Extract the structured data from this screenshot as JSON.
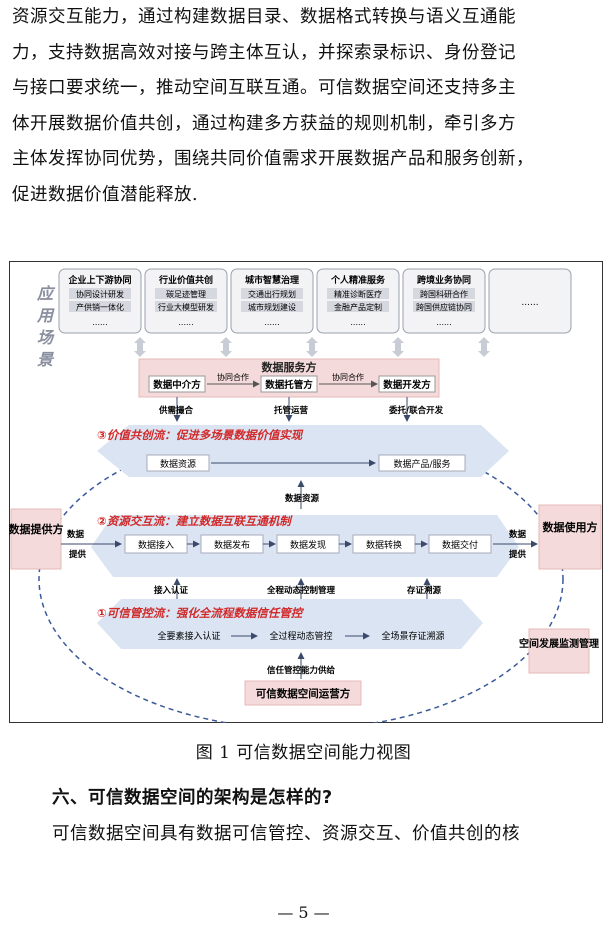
{
  "intro_lines": [
    "资源交互能力，通过构建数据目录、数据格式转换与语义互通能",
    "力，支持数据高效对接与跨主体互认，并探索录标识、身份登记",
    "与接口要求统一，推动空间互联互通。可信数据空间还支持多主",
    "体开展数据价值共创，通过构建多方获益的规则机制，牵引多方",
    "主体发挥协同优势，围绕共同价值需求开展数据产品和服务创新，",
    "促进数据价值潜能释放."
  ],
  "figure": {
    "scene_label": [
      "应",
      "用",
      "场",
      "景"
    ],
    "scenes": [
      {
        "title": "企业上下游协同",
        "items": [
          "协同设计研发",
          "产供销一体化",
          "......"
        ]
      },
      {
        "title": "行业价值共创",
        "items": [
          "碳足迹管理",
          "行业大模型研发",
          "......"
        ]
      },
      {
        "title": "城市智慧治理",
        "items": [
          "交通出行规划",
          "城市规划建设",
          "......"
        ]
      },
      {
        "title": "个人精准服务",
        "items": [
          "精准诊断医疗",
          "金融产品定制",
          "......"
        ]
      },
      {
        "title": "跨境业务协同",
        "items": [
          "跨国科研合作",
          "跨国供应链协同",
          "......"
        ]
      },
      {
        "title": "",
        "items": [
          "......"
        ]
      }
    ],
    "service_box": "数据服务方",
    "intermediary": "数据中介方",
    "custodian": "数据托管方",
    "developer": "数据开发方",
    "coop1": "协同合作",
    "coop2": "协同合作",
    "supply_match": "供需撮合",
    "custody_ops": "托管运营",
    "commission": "委托/联合开发",
    "flow3_title": "③价值共创流：促进多场景数据价值实现",
    "flow3_left": "数据资源",
    "flow3_right": "数据产品/服务",
    "data_resource": "数据资源",
    "flow2_title": "②资源交互流：建立数据互联互通机制",
    "provider": "数据提供方",
    "provider_flow_a": "数据",
    "provider_flow_b": "提供",
    "user": "数据使用方",
    "user_flow_a": "数据",
    "user_flow_b": "提供",
    "flow2_steps": [
      "数据接入",
      "数据发布",
      "数据发现",
      "数据转换",
      "数据交付"
    ],
    "access_auth": "接入认证",
    "dynamic_control": "全程动态控制管理",
    "evidence_trace": "存证溯源",
    "flow1_title": "①可信管控流：强化全流程数据信任管控",
    "flow1_steps": [
      "全要素接入认证",
      "全过程动态管控",
      "全场景存证溯源"
    ],
    "monitor": "空间发展监测管理",
    "trust_supply": "信任管控能力供给",
    "operator": "可信数据空间运营方"
  },
  "caption": "图 1 可信数据空间能力视图",
  "heading": "六、可信数据空间的架构是怎样的?",
  "para2": "可信数据空间具有数据可信管控、资源交互、价值共创的核",
  "page_number": "— 5 —"
}
